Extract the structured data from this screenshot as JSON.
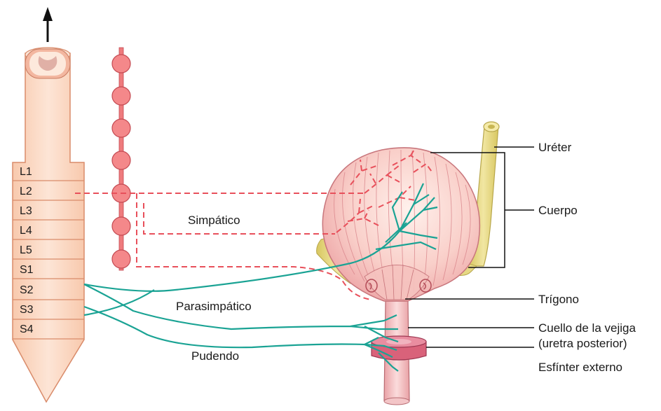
{
  "spinal_segments": [
    "L1",
    "L2",
    "L3",
    "L4",
    "L5",
    "S1",
    "S2",
    "S3",
    "S4"
  ],
  "labels": {
    "sympathetic": "Simpático",
    "parasympathetic": "Parasimpático",
    "pudendal": "Pudendo",
    "ureter": "Uréter",
    "body": "Cuerpo",
    "trigone": "Trígono",
    "bladder_neck_line1": "Cuello de la vejiga",
    "bladder_neck_line2": "(uretra posterior)",
    "external_sphincter": "Esfínter externo"
  },
  "colors": {
    "spinal_cord": "#fbd9c4",
    "sympathetic": "#e8505b",
    "parasympathetic": "#1aa394",
    "ureter": "#e2d47a",
    "bladder": "#f4b8b8",
    "sphincter": "#d9627a"
  }
}
